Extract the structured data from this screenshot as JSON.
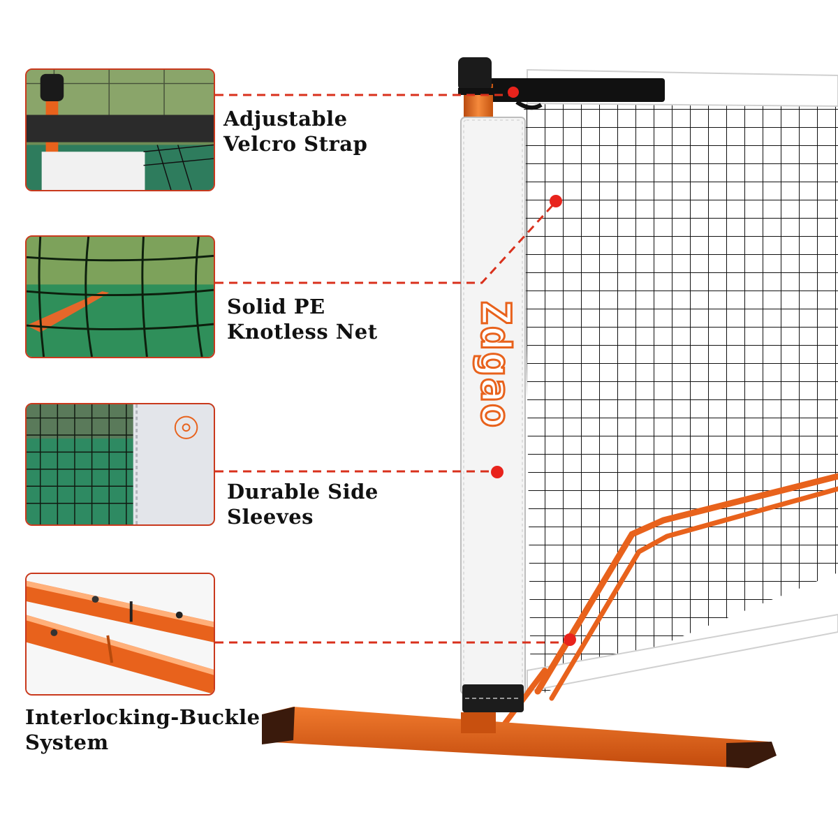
{
  "features": [
    {
      "line1": "Adjustable",
      "line2": "Velcro Strap"
    },
    {
      "line1": "Solid PE",
      "line2": "Knotless Net"
    },
    {
      "line1": "Durable Side",
      "line2": "Sleeves"
    },
    {
      "line1": "Interlocking-Buckle",
      "line2": "System"
    }
  ],
  "brand": "Zdgao",
  "colors": {
    "accent": "#e8621c",
    "callout": "#d9301c",
    "frame": "#c9391d",
    "court": "#2f8f5a"
  }
}
